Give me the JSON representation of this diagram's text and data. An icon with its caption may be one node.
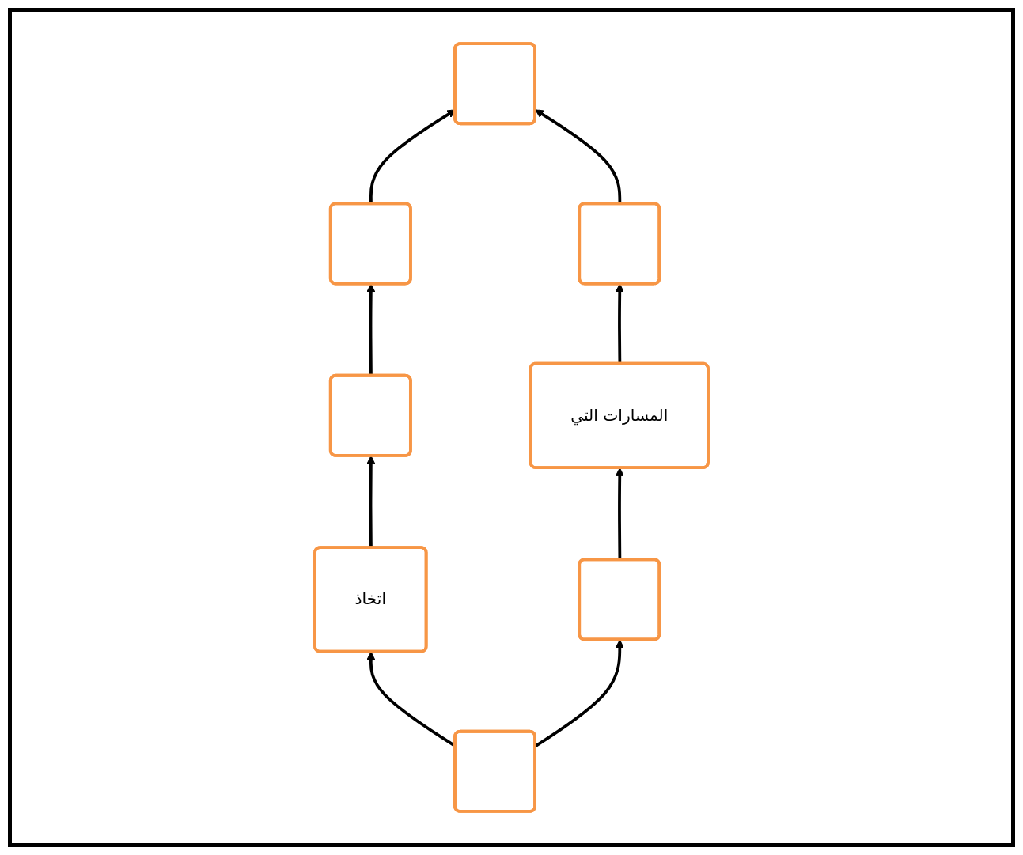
{
  "diagram": {
    "nodes": [
      {
        "text": [],
        "shape": "box"
      },
      {
        "text": [],
        "shape": "box"
      },
      {
        "text": [],
        "shape": "box"
      },
      {
        "text": [],
        "shape": "box"
      },
      {
        "text": [
          "اتخاذ"
        ]
      },
      {
        "text": [
          "المسارات التي"
        ]
      },
      {
        "text": [],
        "shape": "box"
      },
      {
        "text": [],
        "shape": "box"
      }
    ],
    "edges": [
      {
        "from": 2,
        "to": 1,
        "arrow": "to"
      },
      {
        "from": 1,
        "to": 0,
        "arrow": "to"
      },
      {
        "from": 3,
        "to": 0,
        "arrow": "to"
      },
      {
        "from": 4,
        "to": 2,
        "arrow": "to"
      },
      {
        "from": 5,
        "to": 3,
        "arrow": "to"
      },
      {
        "from": 7,
        "to": 4,
        "arrow": "to"
      },
      {
        "from": 6,
        "to": 5,
        "arrow": "to"
      },
      {
        "from": 7,
        "to": 6,
        "arrow": "to"
      }
    ]
  }
}
